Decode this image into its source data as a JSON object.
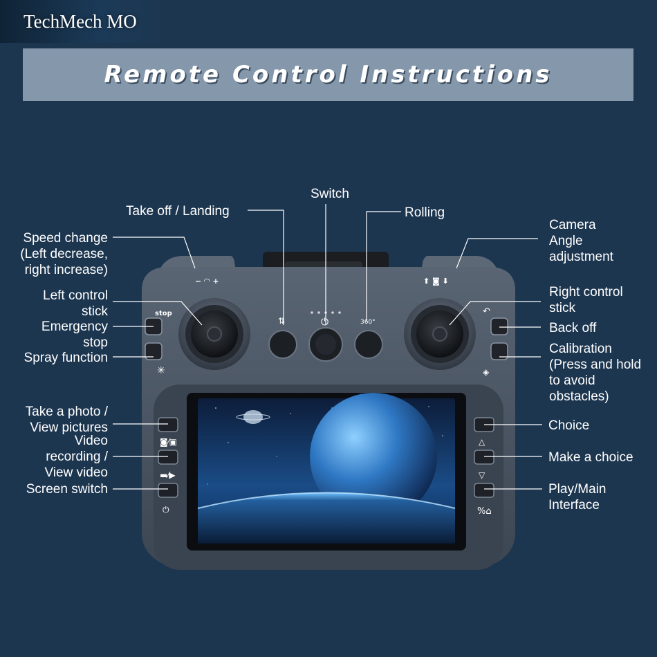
{
  "brand": "TechMech MO",
  "title": "Remote Control Instructions",
  "labels": {
    "switch": "Switch",
    "take_off_landing": "Take off / Landing",
    "rolling": "Rolling",
    "speed_change": [
      "Speed change",
      "(Left decrease,",
      "right increase)"
    ],
    "camera_angle": [
      "Camera",
      "Angle",
      "adjustment"
    ],
    "left_stick": [
      "Left control",
      "stick"
    ],
    "emergency_stop": [
      "Emergency",
      "stop"
    ],
    "spray_function": "Spray function",
    "right_stick": [
      "Right control",
      "stick"
    ],
    "back_off": "Back off",
    "calibration": [
      "Calibration",
      "(Press and hold",
      "to avoid",
      "obstacles)"
    ],
    "take_photo": [
      "Take a photo /",
      "View pictures"
    ],
    "video_recording": [
      "Video",
      "recording /",
      "View video"
    ],
    "screen_switch": "Screen switch",
    "choice": "Choice",
    "make_choice": "Make a choice",
    "play_main": [
      "Play/Main",
      "Interface"
    ]
  },
  "device_marks": {
    "stop": "stop",
    "speed_symbol": "− ⌒ +",
    "camera_symbol": "⬆ ◙ ⬇",
    "rotation": "360°"
  },
  "colors": {
    "background": "#1d3650",
    "title_bar": "#8497ab",
    "device_body": "#4a5564",
    "screen_space": "#17355e",
    "text": "#ffffff"
  }
}
